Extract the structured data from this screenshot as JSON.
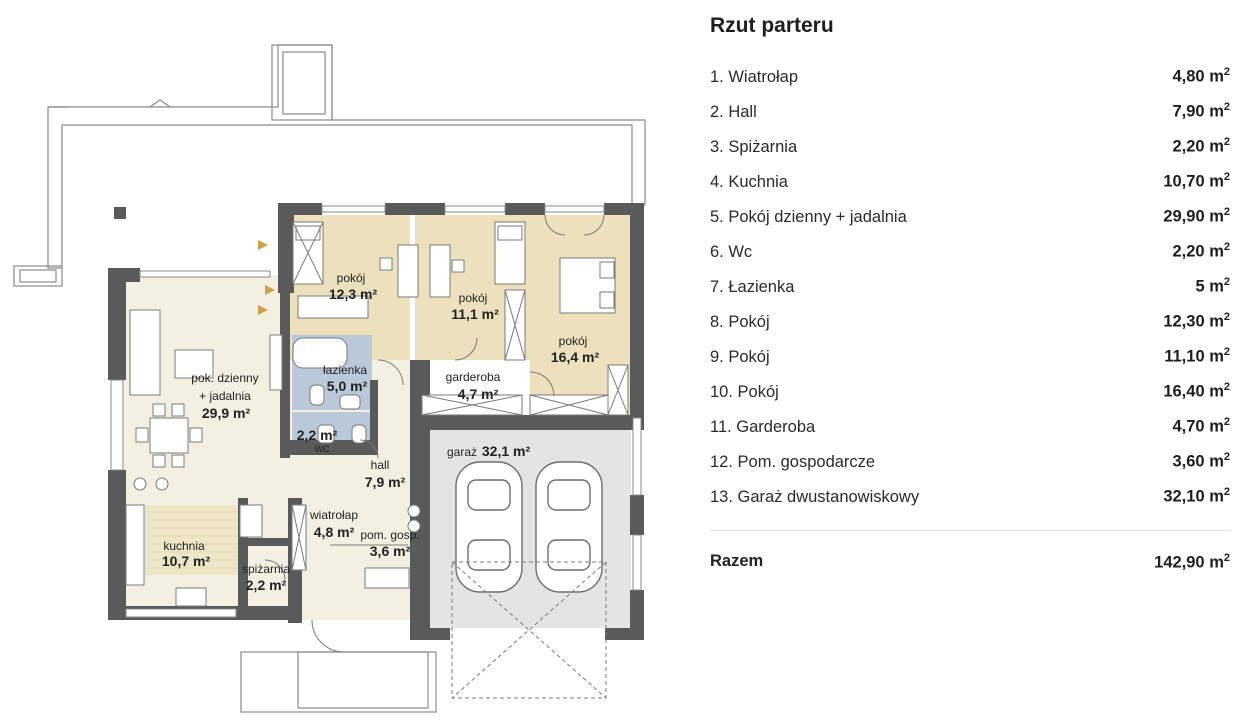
{
  "legend": {
    "title": "Rzut parteru",
    "items": [
      {
        "name": "1. Wiatrołap",
        "value": "4,80 m"
      },
      {
        "name": "2. Hall",
        "value": "7,90 m"
      },
      {
        "name": "3. Spiżarnia",
        "value": "2,20 m"
      },
      {
        "name": "4. Kuchnia",
        "value": "10,70 m"
      },
      {
        "name": "5. Pokój dzienny + jadalnia",
        "value": "29,90 m"
      },
      {
        "name": "6. Wc",
        "value": "2,20 m"
      },
      {
        "name": "7. Łazienka",
        "value": "5 m"
      },
      {
        "name": "8. Pokój",
        "value": "12,30 m"
      },
      {
        "name": "9. Pokój",
        "value": "11,10 m"
      },
      {
        "name": "10. Pokój",
        "value": "16,40 m"
      },
      {
        "name": "11. Garderoba",
        "value": "4,70 m"
      },
      {
        "name": "12. Pom. gospodarcze",
        "value": "3,60 m"
      },
      {
        "name": "13. Garaż dwustanowiskowy",
        "value": "32,10 m"
      }
    ],
    "unit_sup": "2",
    "total_label": "Razem",
    "total_value": "142,90 m"
  },
  "plan": {
    "rooms": {
      "pokoj1": {
        "label": "pokój",
        "area": "12,3 m²"
      },
      "pokoj2": {
        "label": "pokój",
        "area": "11,1 m²"
      },
      "pokoj3": {
        "label": "pokój",
        "area": "16,4 m²"
      },
      "lazienka": {
        "label": "łazienka",
        "area": "5,0 m²"
      },
      "garderoba": {
        "label": "garderoba",
        "area": "4,7 m²"
      },
      "dzienny": {
        "label1": "pok. dzienny",
        "label2": "+ jadalnia",
        "area": "29,9 m²"
      },
      "wc": {
        "label": "WC",
        "area": "2,2 m²"
      },
      "hall": {
        "label": "hall",
        "area": "7,9 m²"
      },
      "garaz": {
        "label": "garaż",
        "area": "32,1 m²"
      },
      "wiatrolap": {
        "label": "wiatrołap",
        "area": "4,8 m²"
      },
      "pomgosp": {
        "label": "pom. gosp.",
        "area": "3,6 m²"
      },
      "kuchnia": {
        "label": "kuchnia",
        "area": "10,7 m²"
      },
      "spizarnia": {
        "label": "spiżarnia",
        "area": "2,2 m²"
      }
    },
    "colors": {
      "wall": "#5a5a5a",
      "living": "#f3f0e2",
      "bedroom": "#ece0bd",
      "bath": "#b9c9d9",
      "garage": "#e4e4e4"
    }
  }
}
